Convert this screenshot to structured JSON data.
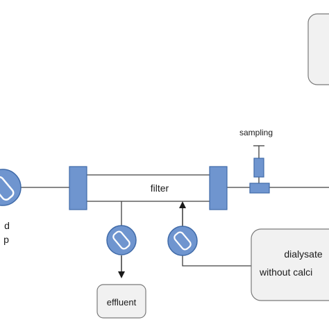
{
  "labels": {
    "filter": "filter",
    "sampling": "sampling",
    "effluent": "effluent",
    "dialysate_line1": "dialysate",
    "dialysate_line2": "without calci",
    "blood_pump_line1": "d",
    "blood_pump_line2": "p"
  },
  "colors": {
    "component_fill": "#6f95cf",
    "component_stroke": "#3f6aa8",
    "line": "#404040",
    "box_fill": "#f1f1f1",
    "box_stroke": "#7a7a7a"
  }
}
